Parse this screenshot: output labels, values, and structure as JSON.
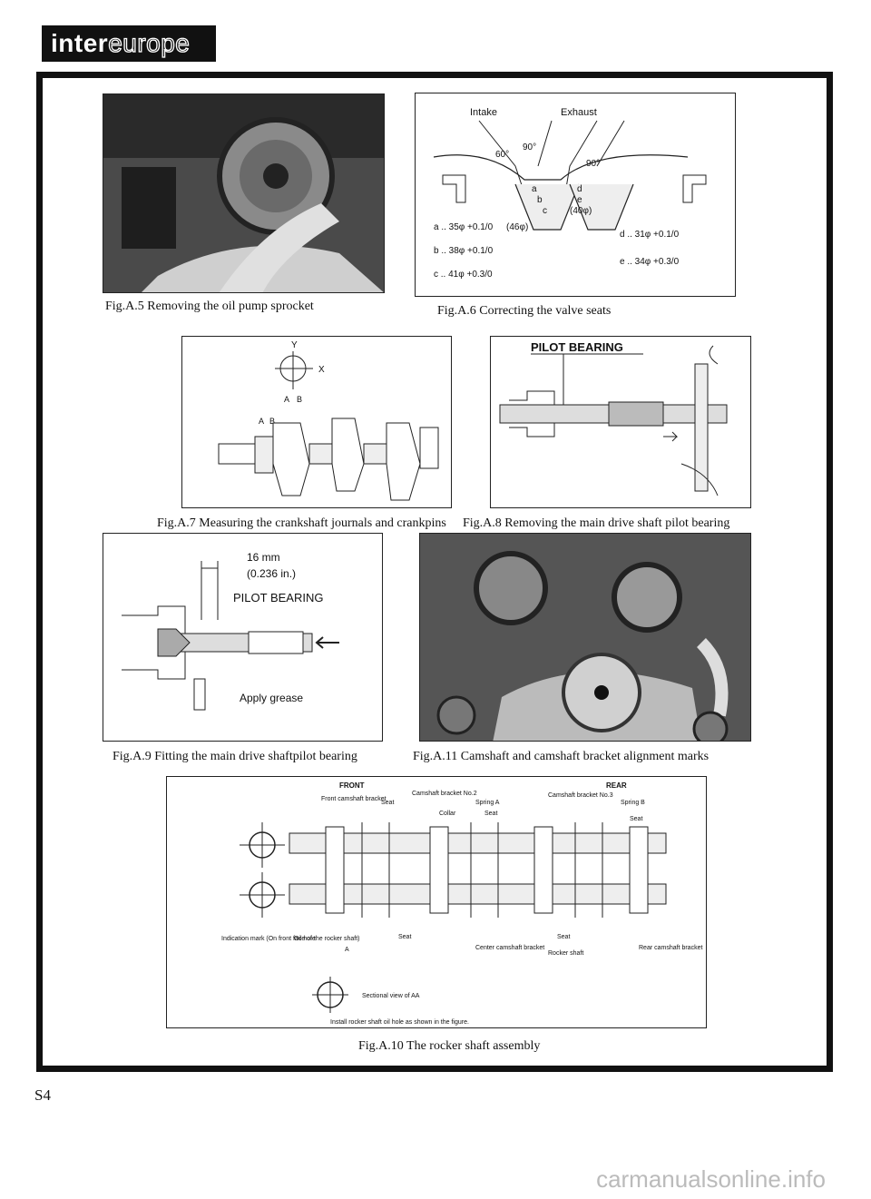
{
  "brand": {
    "logo_text_bold": "inter",
    "logo_text_outline": "europe"
  },
  "page_number": "S4",
  "watermark": "carmanualsonline.info",
  "figures": {
    "a5": {
      "caption": "Fig.A.5  Removing the oil pump sprocket"
    },
    "a6": {
      "caption": "Fig.A.6  Correcting the valve seats",
      "labels": {
        "intake": "Intake",
        "exhaust": "Exhaust",
        "angle60": "60°",
        "angle90a": "90°",
        "angle90b": "90°",
        "a": "a",
        "b": "b",
        "c": "c",
        "d": "d",
        "e": "e",
        "dia46": "(46φ)",
        "dia40": "(40φ)",
        "spec_a": "a .. 35φ +0.1/0",
        "spec_b": "b .. 38φ +0.1/0",
        "spec_c": "c .. 41φ +0.3/0",
        "spec_d": "d .. 31φ +0.1/0",
        "spec_e": "e .. 34φ +0.3/0"
      }
    },
    "a7": {
      "caption": "Fig.A.7  Measuring the crankshaft journals and crankpins",
      "labels": {
        "y": "Y",
        "x": "X",
        "a": "A",
        "b": "B",
        "a2": "A",
        "b2": "B"
      }
    },
    "a8": {
      "caption": "Fig.A.8  Removing the main drive shaft pilot bearing",
      "labels": {
        "pilot_bearing": "PILOT BEARING"
      }
    },
    "a9": {
      "caption": "Fig.A.9  Fitting the main drive shaftpilot bearing",
      "labels": {
        "dim_mm": "16 mm",
        "dim_in": "(0.236 in.)",
        "pilot_bearing": "PILOT BEARING",
        "apply_grease": "Apply grease"
      }
    },
    "a11": {
      "caption": "Fig.A.11    Camshaft and camshaft bracket alignment marks"
    },
    "a10": {
      "caption": "Fig.A.10    The rocker shaft assembly",
      "labels": {
        "front": "FRONT",
        "rear": "REAR",
        "front_bracket": "Front camshaft bracket",
        "seat1": "Seat",
        "bracket2": "Camshaft bracket No.2",
        "spring_a": "Spring A",
        "collar": "Collar",
        "seat2": "Seat",
        "bracket3": "Camshaft bracket No.3",
        "spring_b": "Spring B",
        "seat3": "Seat",
        "indication": "Indication mark (On front face of the rocker shaft)",
        "oil_hole": "Oil hole",
        "a_mark": "A",
        "seat4": "Seat",
        "seat5": "Seat",
        "center_bracket": "Center camshaft bracket",
        "rocker_shaft": "Rocker shaft",
        "rear_bracket": "Rear camshaft bracket",
        "sectional": "Sectional view of AA",
        "install_note": "Install rocker shaft oil hole as shown in the figure."
      }
    }
  }
}
